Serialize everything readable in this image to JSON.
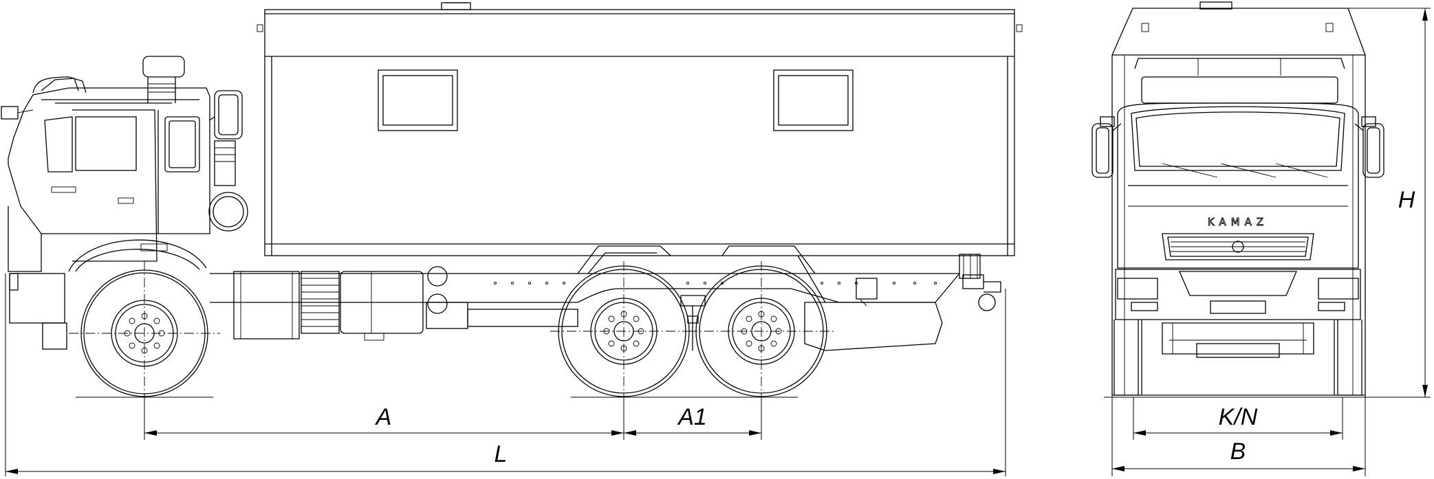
{
  "drawing": {
    "brand_label": "KAMAZ",
    "dimensions": {
      "a": "A",
      "a1": "A1",
      "l": "L",
      "kn": "K/N",
      "b": "B",
      "h": "H"
    }
  }
}
